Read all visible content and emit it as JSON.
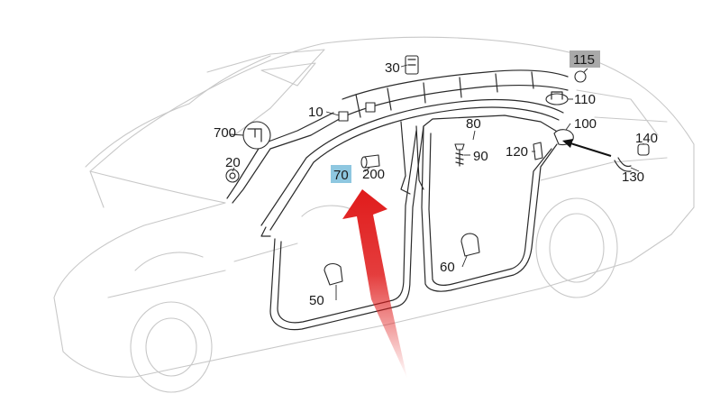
{
  "labels": {
    "p10": "10",
    "p20": "20",
    "p30": "30",
    "p50": "50",
    "p60": "60",
    "p70": "70",
    "p80": "80",
    "p90": "90",
    "p100": "100",
    "p110": "110",
    "p115": "115",
    "p120": "120",
    "p130": "130",
    "p140": "140",
    "p200": "200",
    "p700": "700"
  },
  "colors": {
    "highlight_70": "#8ec7e0",
    "highlight_115": "#a9a9a9",
    "arrow": "#e01b1b"
  }
}
